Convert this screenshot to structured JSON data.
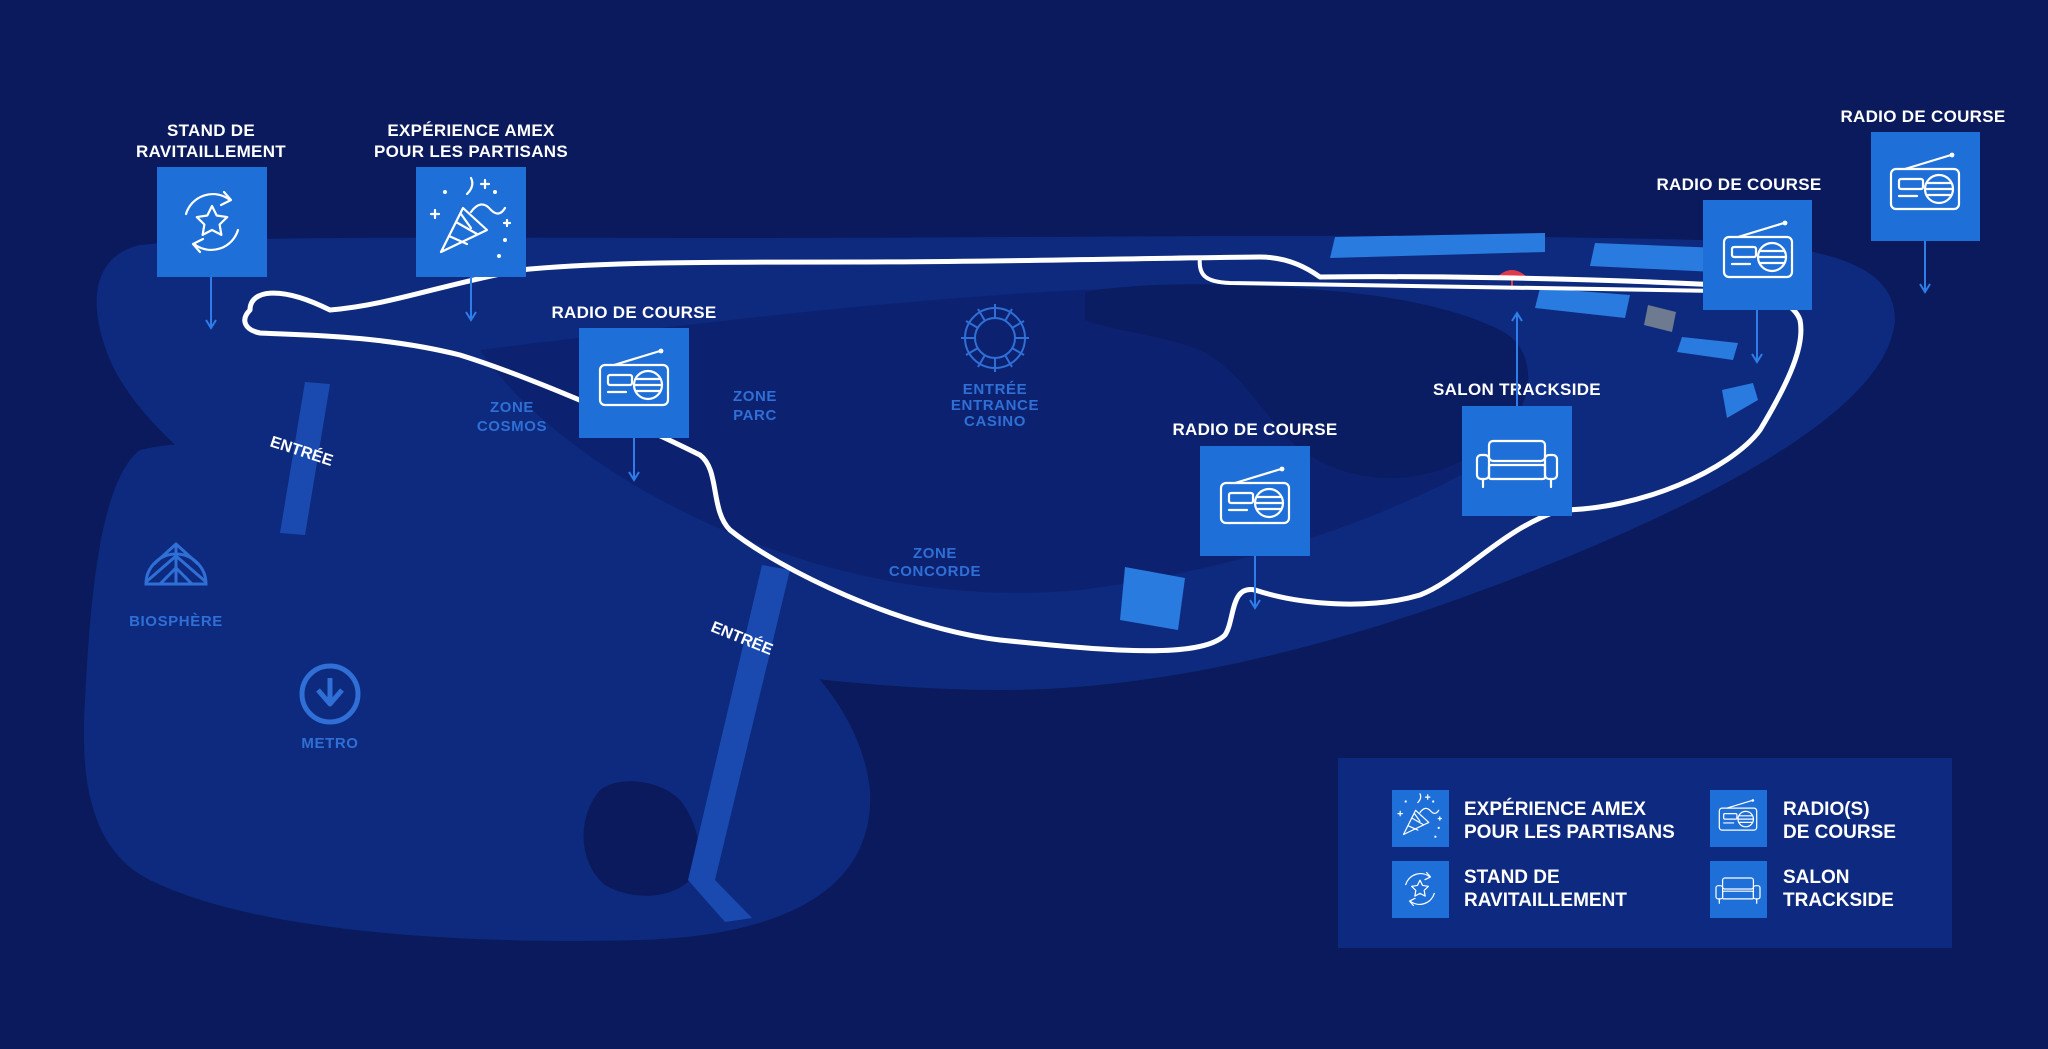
{
  "colors": {
    "background": "#0a1a5c",
    "island": "#0d2a7e",
    "inner_area": "#0c2270",
    "water": "#0a1a5c",
    "marker": "#1f6fd8",
    "track": "#ffffff",
    "zone_text": "#2f6fd6",
    "buildings": "#2a7be0",
    "legend_bg": "#0e2a80"
  },
  "markers": {
    "stand": {
      "line1": "STAND DE",
      "line2": "RAVITAILLEMENT",
      "icon": "star-refresh-icon"
    },
    "amex": {
      "line1": "EXPÉRIENCE AMEX",
      "line2": "POUR LES PARTISANS",
      "icon": "confetti-icon"
    },
    "radio1": {
      "label": "RADIO DE COURSE",
      "icon": "radio-icon"
    },
    "radio2": {
      "label": "RADIO DE COURSE",
      "icon": "radio-icon"
    },
    "radio3": {
      "label": "RADIO DE COURSE",
      "icon": "radio-icon"
    },
    "radio4": {
      "label": "RADIO DE COURSE",
      "icon": "radio-icon"
    },
    "salon": {
      "label": "SALON TRACKSIDE",
      "icon": "sofa-icon"
    }
  },
  "zones": {
    "cosmos": {
      "line1": "ZONE",
      "line2": "COSMOS"
    },
    "parc": {
      "line1": "ZONE",
      "line2": "PARC"
    },
    "concorde": {
      "line1": "ZONE",
      "line2": "CONCORDE"
    },
    "casino": {
      "line1": "ENTRÉE",
      "line2": "ENTRANCE",
      "line3": "CASINO"
    }
  },
  "places": {
    "biosphere": "BIOSPHÈRE",
    "metro": "METRO"
  },
  "entrances": {
    "west": "ENTRÉE",
    "south": "ENTRÉE"
  },
  "legend": {
    "amex": {
      "line1": "EXPÉRIENCE AMEX",
      "line2": "POUR LES PARTISANS",
      "icon": "confetti-icon"
    },
    "radio": {
      "line1": "RADIO(S)",
      "line2": "DE COURSE",
      "icon": "radio-icon"
    },
    "stand": {
      "line1": "STAND DE",
      "line2": "RAVITAILLEMENT",
      "icon": "star-refresh-icon"
    },
    "salon": {
      "line1": "SALON",
      "line2": "TRACKSIDE",
      "icon": "sofa-icon"
    }
  }
}
